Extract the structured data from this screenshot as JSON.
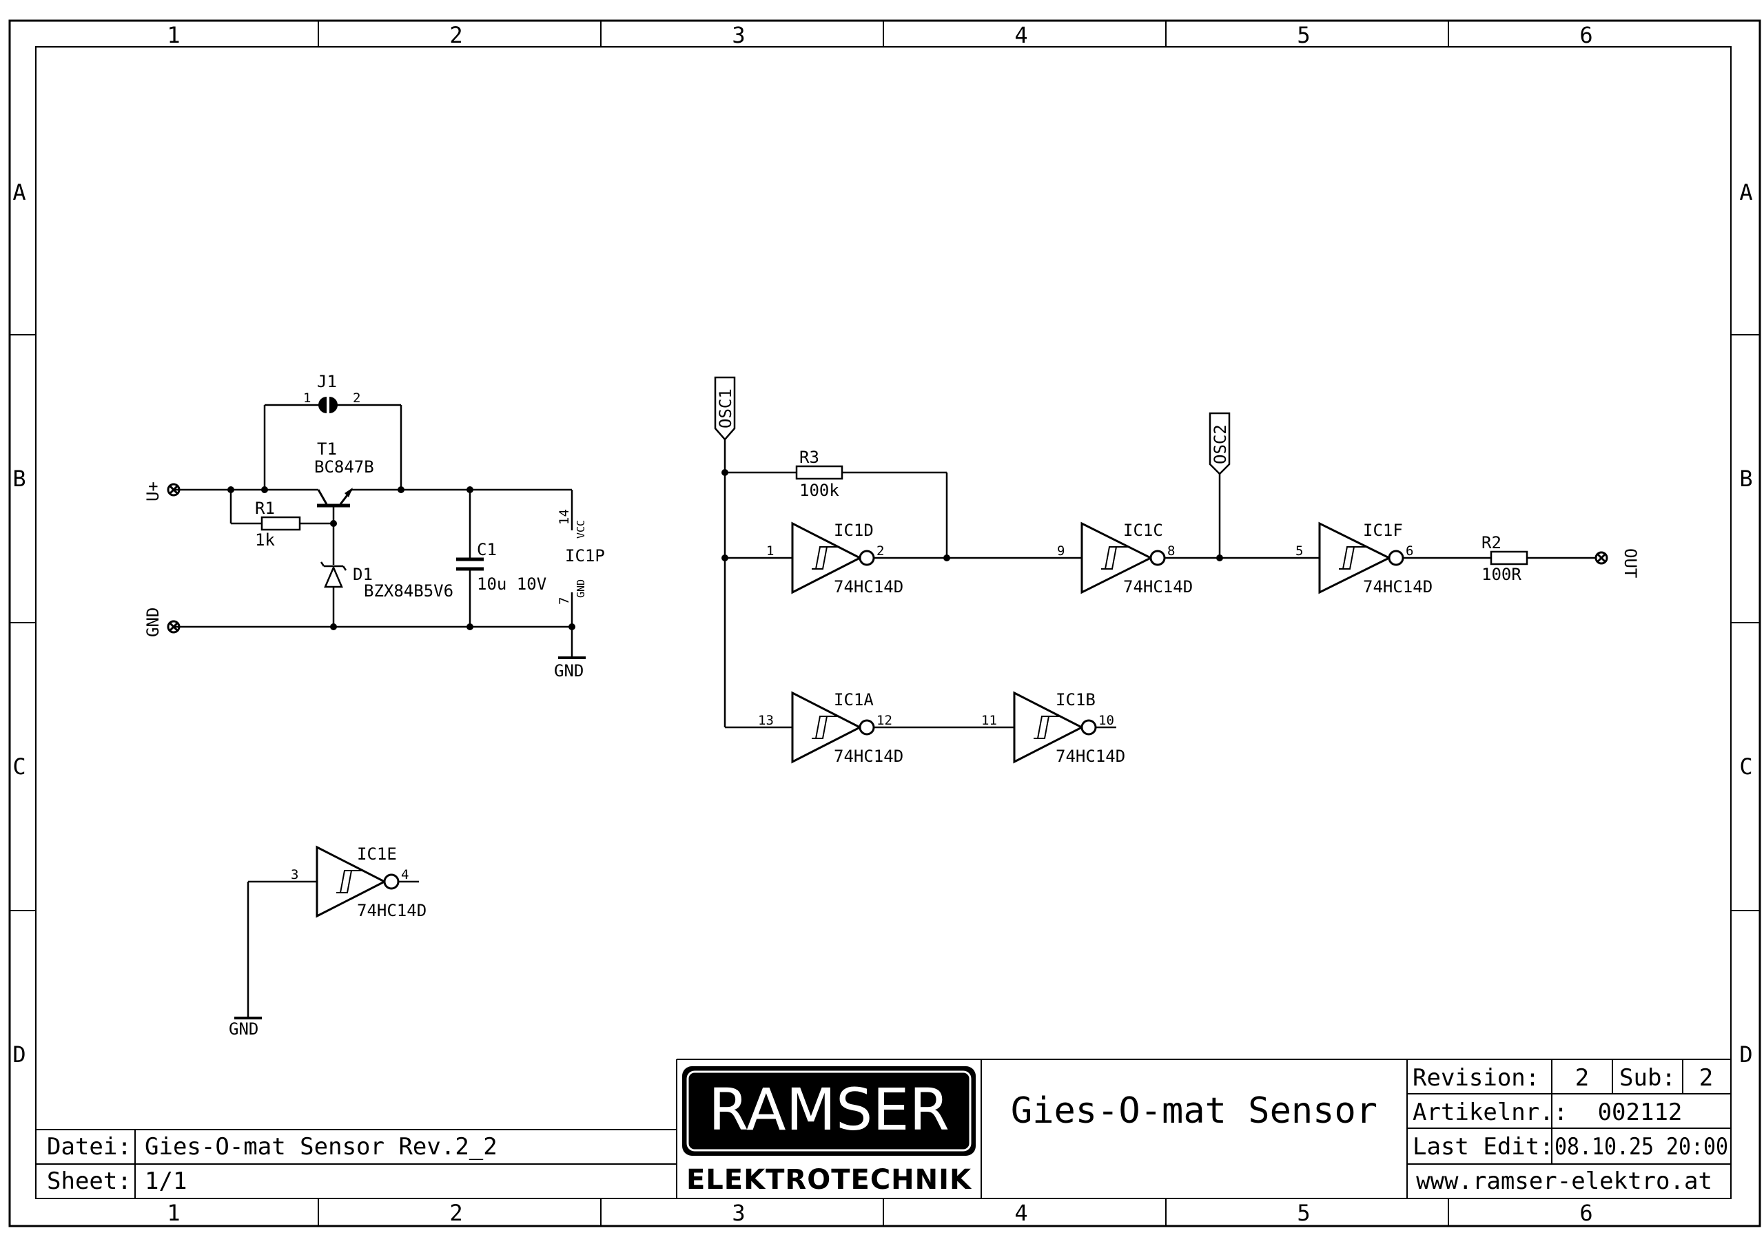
{
  "frame": {
    "columns": [
      "1",
      "2",
      "3",
      "4",
      "5",
      "6"
    ],
    "rows": [
      "A",
      "B",
      "C",
      "D"
    ]
  },
  "title_block": {
    "datei_label": "Datei:",
    "datei_value": "Gies-O-mat Sensor Rev.2_2",
    "sheet_label": "Sheet:",
    "sheet_value": "1/1",
    "logo_main": "RAMSER",
    "logo_sub": "ELEKTROTECHNIK",
    "title": "Gies-O-mat Sensor",
    "revision_label": "Revision:",
    "revision_value": "2",
    "sub_label": "Sub:",
    "sub_value": "2",
    "artikel_label": "Artikelnr.:",
    "artikel_value": "002112",
    "lastedit_label": "Last Edit:",
    "lastedit_value": "08.10.25 20:00",
    "website": "www.ramser-elektro.at"
  },
  "components": {
    "j1": {
      "name": "J1",
      "pin1": "1",
      "pin2": "2"
    },
    "t1": {
      "name": "T1",
      "value": "BC847B"
    },
    "r1": {
      "name": "R1",
      "value": "1k"
    },
    "d1": {
      "name": "D1",
      "value": "BZX84B5V6"
    },
    "c1": {
      "name": "C1",
      "value": "10u 10V"
    },
    "ic1p": {
      "name": "IC1P",
      "vcc_pin": "14",
      "vcc": "VCC",
      "gnd_pin": "7",
      "gnd": "GND"
    },
    "r3": {
      "name": "R3",
      "value": "100k"
    },
    "r2": {
      "name": "R2",
      "value": "100R"
    },
    "ic1d": {
      "name": "IC1D",
      "value": "74HC14D",
      "in": "1",
      "out": "2"
    },
    "ic1c": {
      "name": "IC1C",
      "value": "74HC14D",
      "in": "9",
      "out": "8"
    },
    "ic1f": {
      "name": "IC1F",
      "value": "74HC14D",
      "in": "5",
      "out": "6"
    },
    "ic1a": {
      "name": "IC1A",
      "value": "74HC14D",
      "in": "13",
      "out": "12"
    },
    "ic1b": {
      "name": "IC1B",
      "value": "74HC14D",
      "in": "11",
      "out": "10"
    },
    "ic1e": {
      "name": "IC1E",
      "value": "74HC14D",
      "in": "3",
      "out": "4"
    }
  },
  "nets": {
    "vplus": "U+",
    "gnd": "GND",
    "gnd_sup": "GND",
    "gnd_ic1e": "GND",
    "osc1": "OSC1",
    "osc2": "OSC2",
    "out": "OUT"
  }
}
